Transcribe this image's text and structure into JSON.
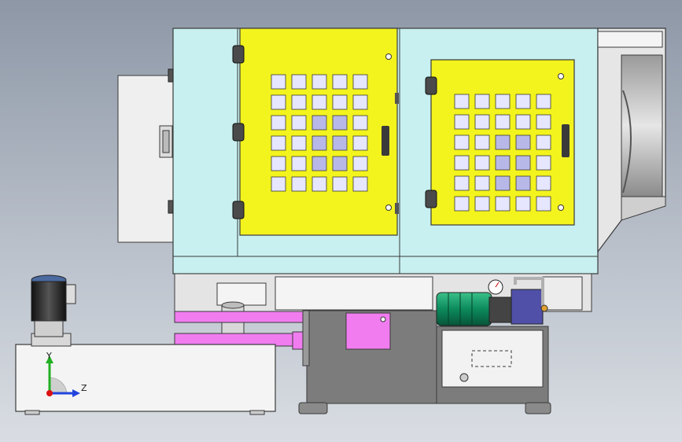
{
  "view": {
    "type": "CAD machine front view",
    "background_top": "#8d97a6",
    "background_bottom": "#d9dde3"
  },
  "colors": {
    "enclosure": "#c8f0f0",
    "door": "#f3f31e",
    "accent_magenta": "#f07cf0",
    "base_dark": "#7c7c7c",
    "motor_green": "#10a070",
    "pump_blue": "#5050a8",
    "outline": "#3a3a3a"
  },
  "triad": {
    "y_label": "Y",
    "z_label": "Z",
    "y_color": "#22b022",
    "z_color": "#2244dd",
    "x_color": "#dd1111"
  },
  "doors": [
    {
      "name": "left-door",
      "grid_cols": 5,
      "grid_rows": 6
    },
    {
      "name": "right-door",
      "grid_cols": 5,
      "grid_rows": 6
    }
  ]
}
